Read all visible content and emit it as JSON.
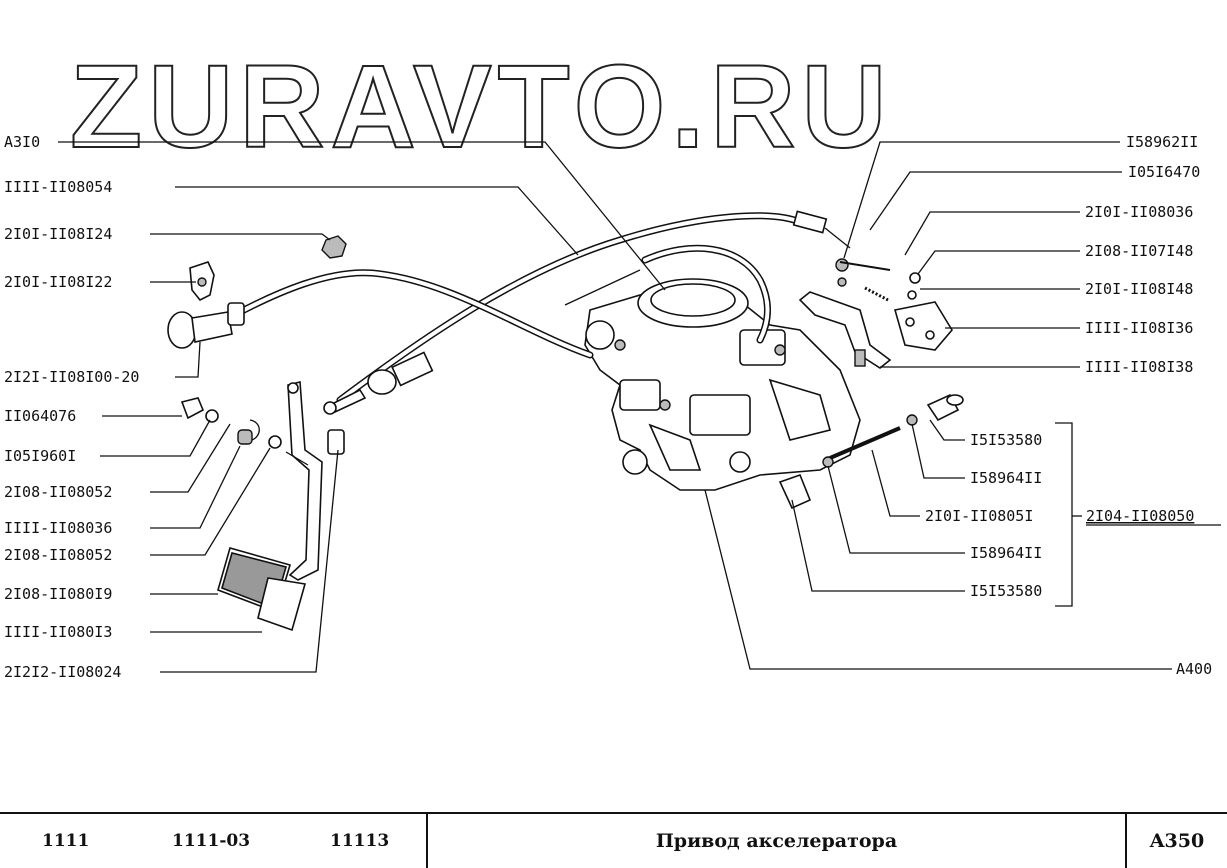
{
  "watermark": "ZURAVTO.RU",
  "callouts_left": [
    "A3I0",
    "IIII-II08054",
    "2I0I-II08I24",
    "2I0I-II08I22",
    "2I2I-II08I00-20",
    "II064076",
    "I05I960I",
    "2I08-II08052",
    "IIII-II08036",
    "2I08-II08052",
    "2I08-II080I9",
    "IIII-II080I3",
    "2I2I2-II08024"
  ],
  "callouts_right": [
    "I58962II",
    "I05I6470",
    "2I0I-II08036",
    "2I08-II07I48",
    "2I0I-II08I48",
    "IIII-II08I36",
    "IIII-II08I38",
    "I5I53580",
    "I58964II",
    "2I0I-II0805I",
    "I58964II",
    "I5I53580",
    "A400"
  ],
  "assembly_label": "2I04-II08050",
  "footer": {
    "models": [
      "1111",
      "1111-03",
      "11113"
    ],
    "title": "Привод акселератора",
    "code": "A350"
  }
}
